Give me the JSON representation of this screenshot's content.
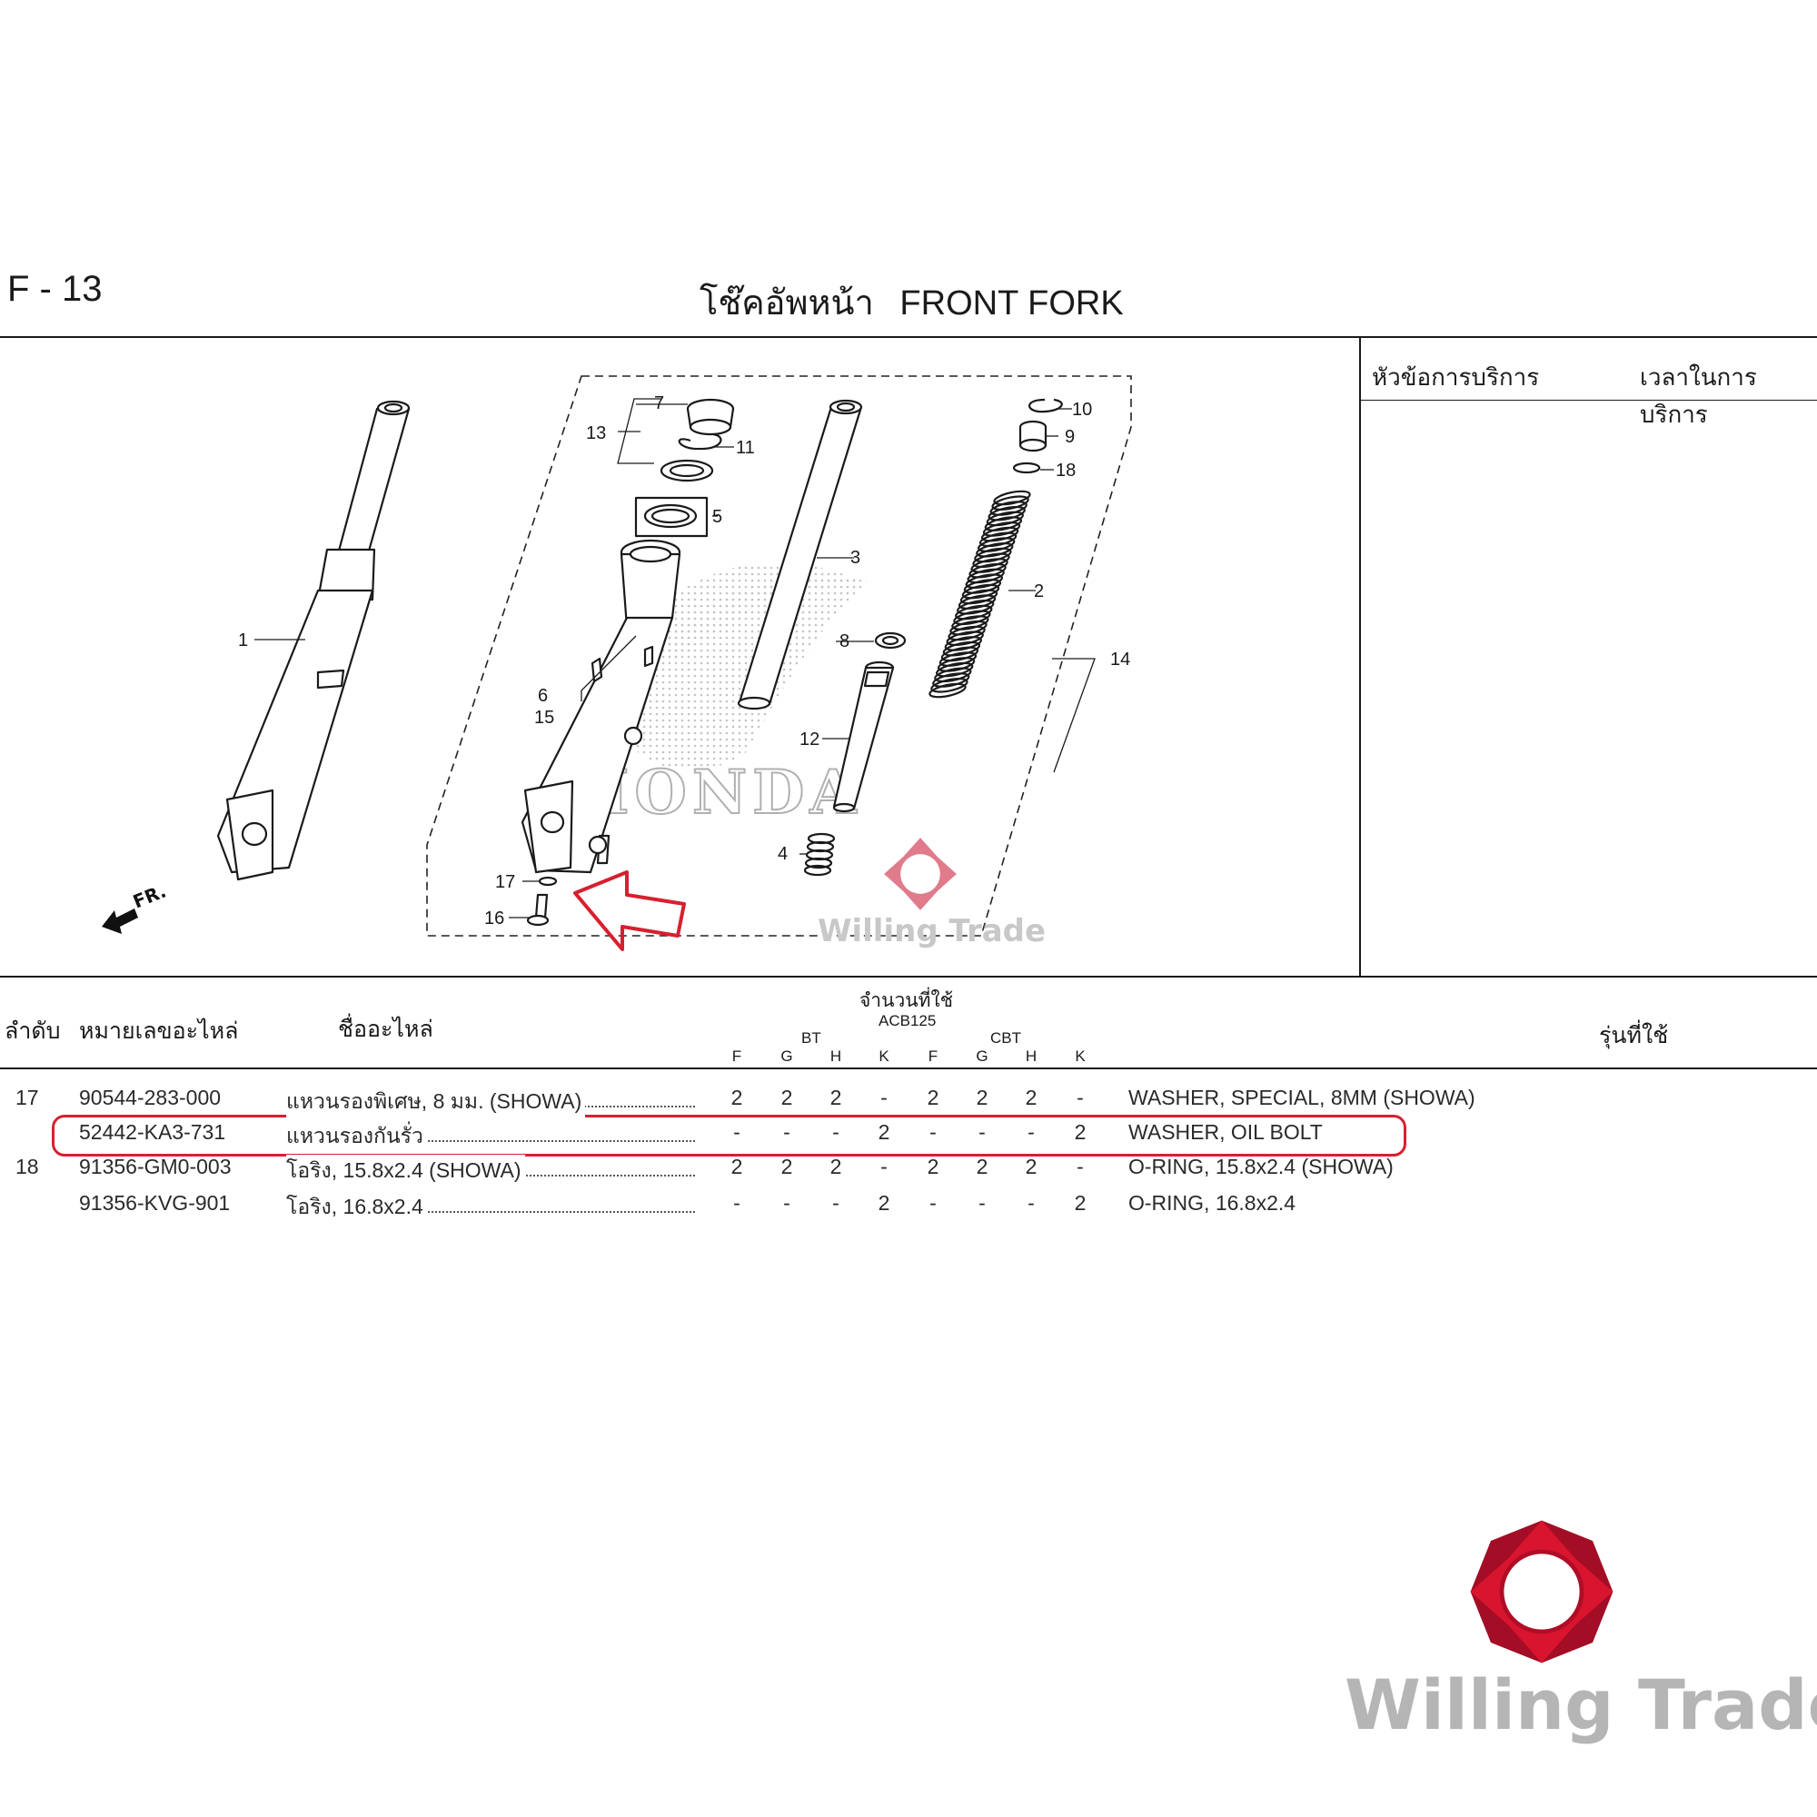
{
  "header": {
    "page_code": "F - 13",
    "title_th": "โช๊คอัพหน้า",
    "title_en": "FRONT FORK"
  },
  "service_panel": {
    "col_topic": "หัวข้อการบริการ",
    "col_time": "เวลาในการบริการ"
  },
  "diagram": {
    "callouts": [
      "1",
      "2",
      "3",
      "4",
      "5",
      "6",
      "15",
      "7",
      "8",
      "9",
      "10",
      "11",
      "12",
      "13",
      "14",
      "16",
      "17",
      "18"
    ],
    "front_label": "FR.",
    "watermark": "Willing Trade",
    "background_logo": "HONDA",
    "arrow_color": "#d62030"
  },
  "table": {
    "headers": {
      "index": "ลำดับ",
      "part_no": "หมายเลขอะไหล่",
      "part_name": "ชื่ออะไหล่",
      "qty_title": "จำนวนที่ใช้",
      "model": "ACB125",
      "group_bt": "BT",
      "group_cbt": "CBT",
      "sub_cols": [
        "F",
        "G",
        "H",
        "K",
        "F",
        "G",
        "H",
        "K"
      ],
      "applicable": "รุ่นที่ใช้"
    },
    "rows": [
      {
        "index": "17",
        "part_no": "90544-283-000",
        "name_th": "แหวนรองพิเศษ, 8 มม. (SHOWA)",
        "qty": [
          "2",
          "2",
          "2",
          "-",
          "2",
          "2",
          "2",
          "-"
        ],
        "name_en": "WASHER, SPECIAL, 8MM (SHOWA)"
      },
      {
        "index": "",
        "part_no": "52442-KA3-731",
        "name_th": "แหวนรองกันรั่ว",
        "qty": [
          "-",
          "-",
          "-",
          "2",
          "-",
          "-",
          "-",
          "2"
        ],
        "name_en": "WASHER, OIL BOLT"
      },
      {
        "index": "18",
        "part_no": "91356-GM0-003",
        "name_th": "โอริง, 15.8x2.4 (SHOWA)",
        "qty": [
          "2",
          "2",
          "2",
          "-",
          "2",
          "2",
          "2",
          "-"
        ],
        "name_en": "O-RING, 15.8x2.4 (SHOWA)"
      },
      {
        "index": "",
        "part_no": "91356-KVG-901",
        "name_th": "โอริง, 16.8x2.4",
        "qty": [
          "-",
          "-",
          "-",
          "2",
          "-",
          "-",
          "-",
          "2"
        ],
        "name_en": "O-RING, 16.8x2.4"
      }
    ],
    "highlight_color": "#d62030"
  },
  "brand": {
    "name": "Willing Trade",
    "logo_color": "#c8102e"
  }
}
